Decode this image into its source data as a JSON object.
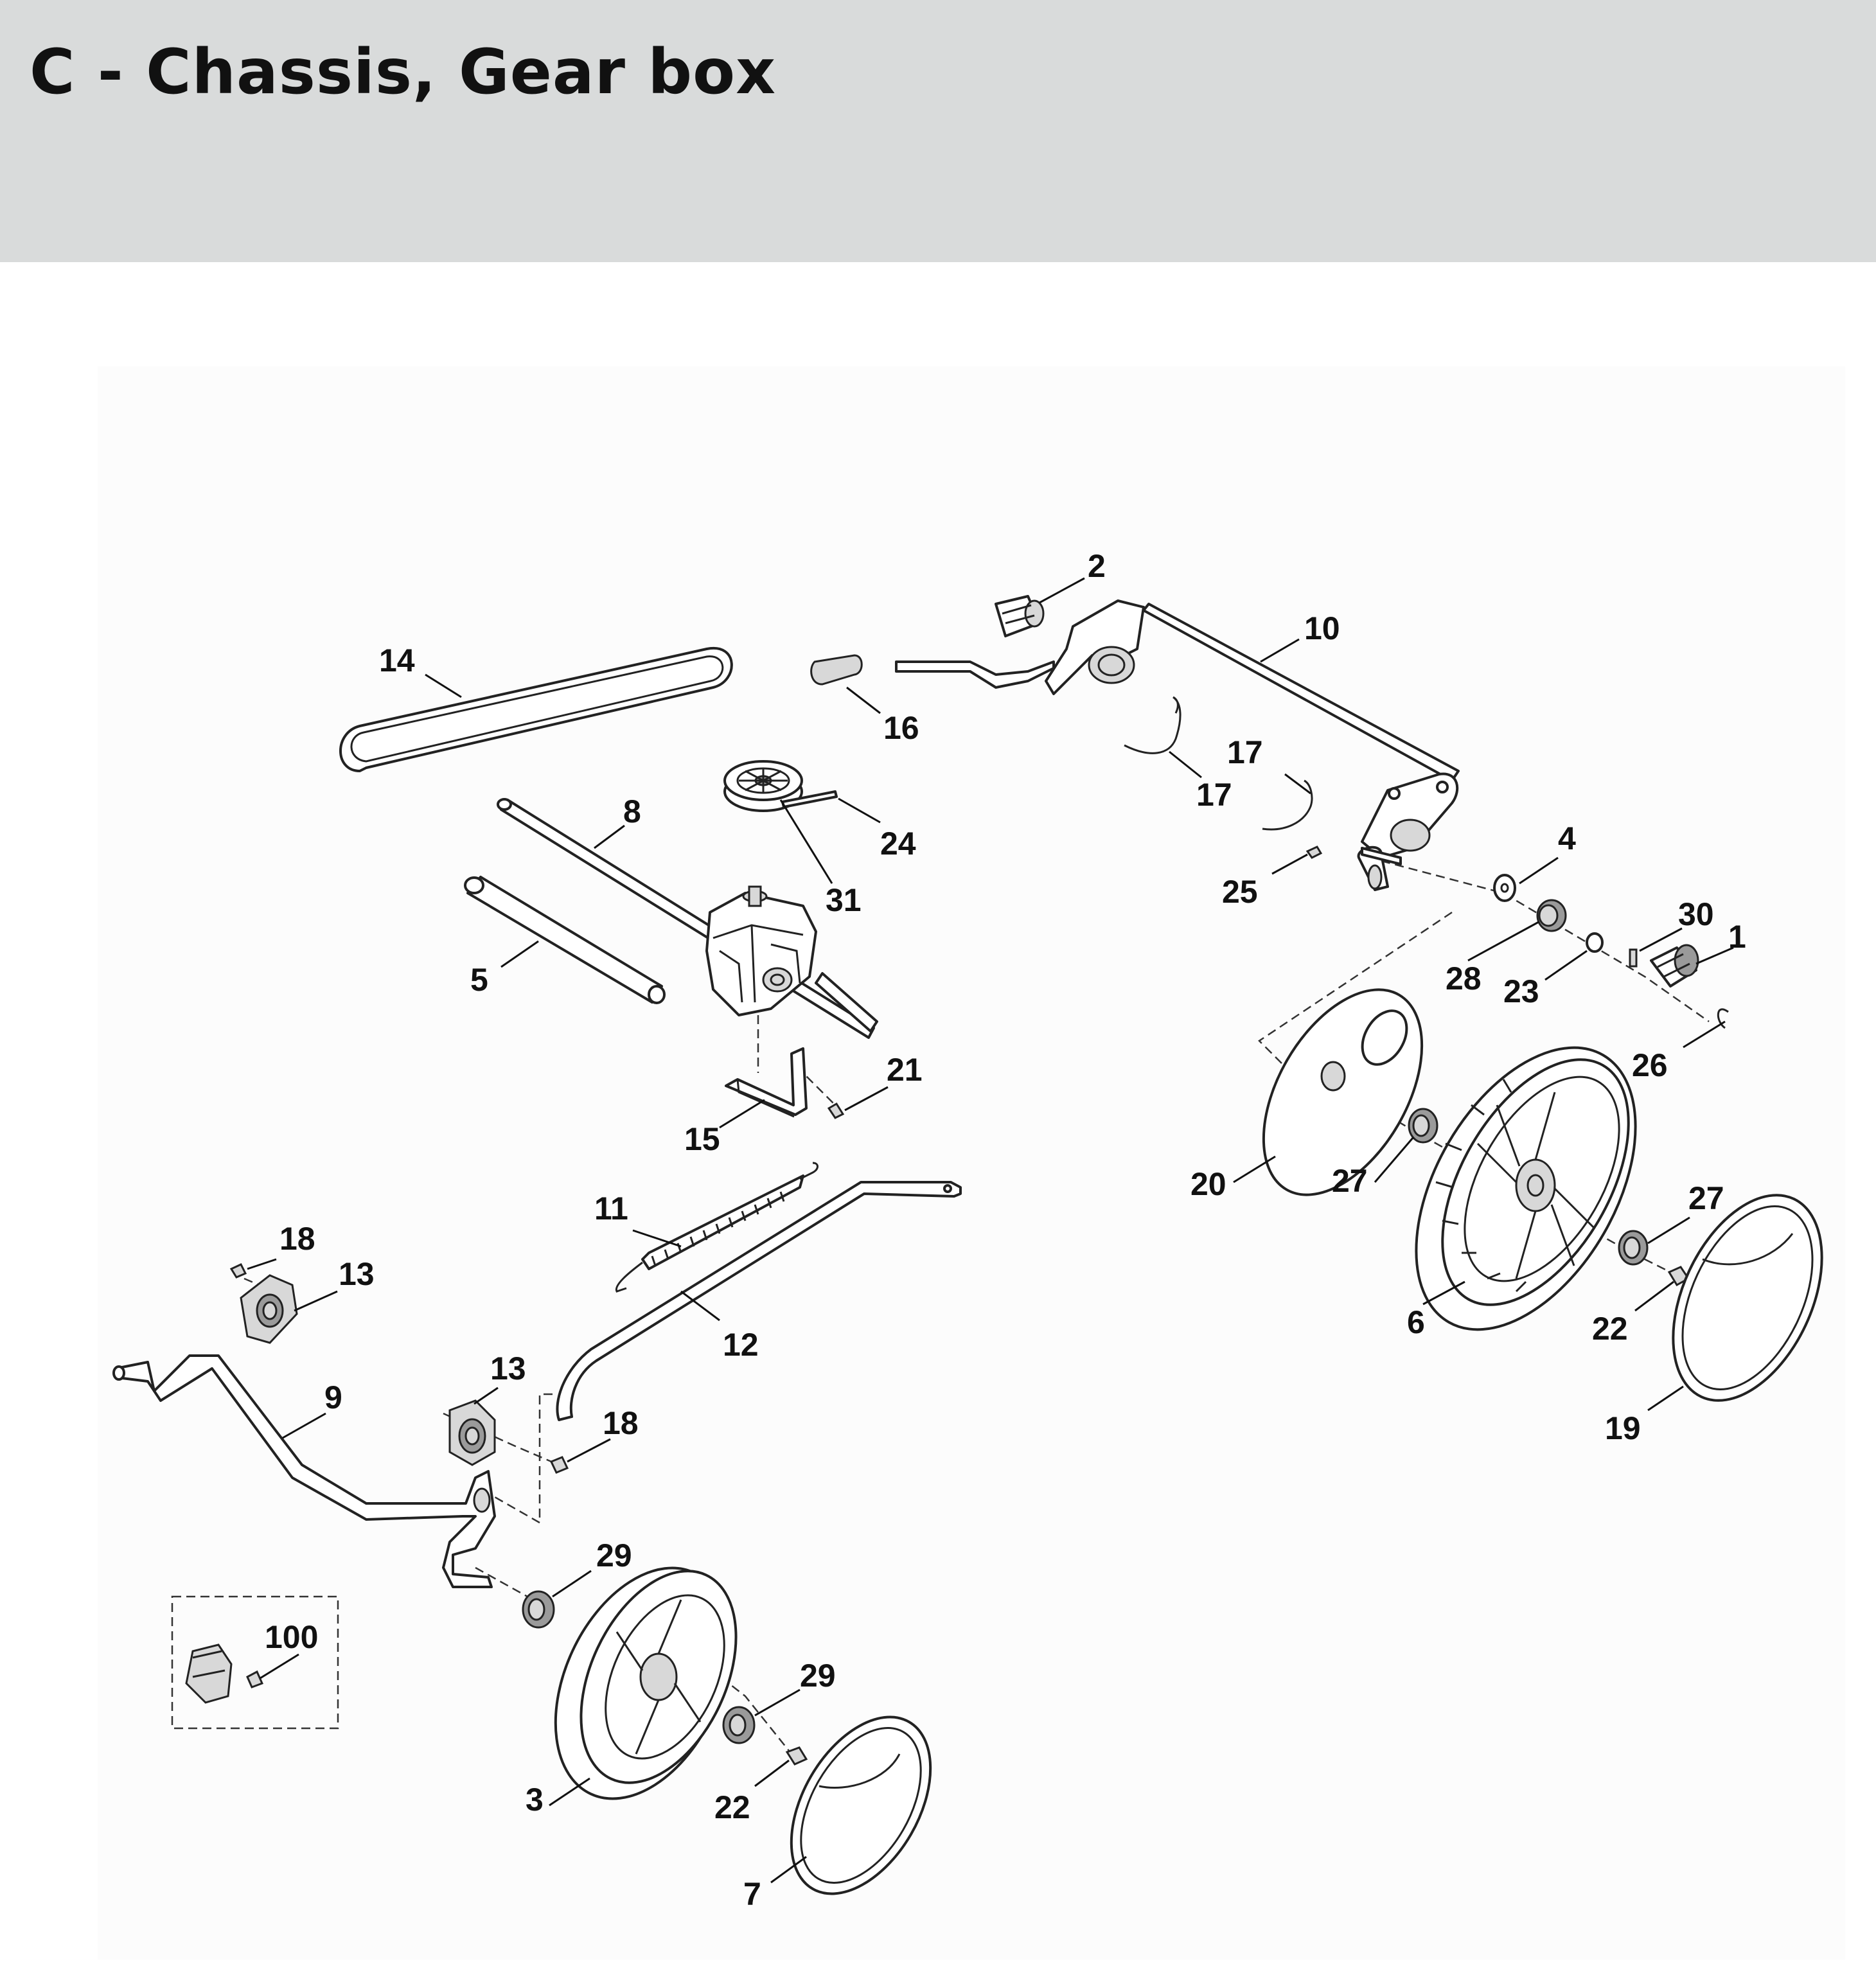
{
  "title": "C - Chassis, Gear box",
  "callouts": [
    {
      "id": "c2",
      "label": "2"
    },
    {
      "id": "c10",
      "label": "10"
    },
    {
      "id": "c14",
      "label": "14"
    },
    {
      "id": "c16",
      "label": "16"
    },
    {
      "id": "c17a",
      "label": "17"
    },
    {
      "id": "c17b",
      "label": "17"
    },
    {
      "id": "c8",
      "label": "8"
    },
    {
      "id": "c24",
      "label": "24"
    },
    {
      "id": "c31",
      "label": "31"
    },
    {
      "id": "c25",
      "label": "25"
    },
    {
      "id": "c4",
      "label": "4"
    },
    {
      "id": "c30",
      "label": "30"
    },
    {
      "id": "c1",
      "label": "1"
    },
    {
      "id": "c5",
      "label": "5"
    },
    {
      "id": "c28",
      "label": "28"
    },
    {
      "id": "c23",
      "label": "23"
    },
    {
      "id": "c26",
      "label": "26"
    },
    {
      "id": "c21",
      "label": "21"
    },
    {
      "id": "c15",
      "label": "15"
    },
    {
      "id": "c20",
      "label": "20"
    },
    {
      "id": "c27a",
      "label": "27"
    },
    {
      "id": "c27b",
      "label": "27"
    },
    {
      "id": "c11",
      "label": "11"
    },
    {
      "id": "c18a",
      "label": "18"
    },
    {
      "id": "c13a",
      "label": "13"
    },
    {
      "id": "c12",
      "label": "12"
    },
    {
      "id": "c6",
      "label": "6"
    },
    {
      "id": "c22a",
      "label": "22"
    },
    {
      "id": "c13b",
      "label": "13"
    },
    {
      "id": "c9",
      "label": "9"
    },
    {
      "id": "c18b",
      "label": "18"
    },
    {
      "id": "c19",
      "label": "19"
    },
    {
      "id": "c29a",
      "label": "29"
    },
    {
      "id": "c100",
      "label": "100"
    },
    {
      "id": "c29b",
      "label": "29"
    },
    {
      "id": "c3",
      "label": "3"
    },
    {
      "id": "c22b",
      "label": "22"
    },
    {
      "id": "c7",
      "label": "7"
    }
  ]
}
